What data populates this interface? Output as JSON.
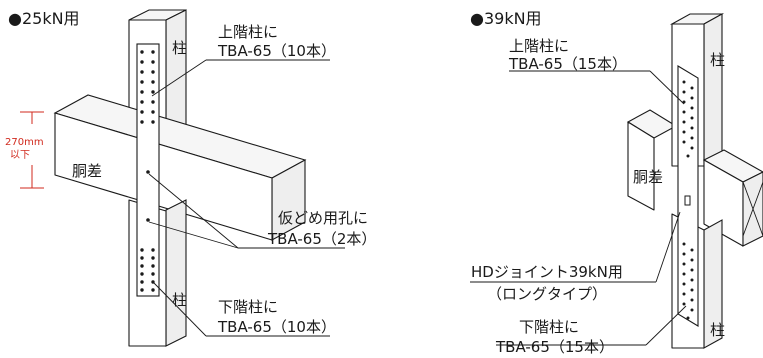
{
  "left": {
    "title": "●25kN用",
    "pillar_top": "柱",
    "pillar_bottom": "柱",
    "beam": "胴差",
    "upper_label_1": "上階柱に",
    "upper_label_2": "TBA-65（10本）",
    "temp_label_1": "仮どめ用孔に",
    "temp_label_2": "TBA-65（2本）",
    "lower_label_1": "下階柱に",
    "lower_label_2": "TBA-65（10本）",
    "dim_value": "270mm",
    "dim_note": "以下"
  },
  "right": {
    "title": "●39kN用",
    "pillar_top": "柱",
    "pillar_bottom": "柱",
    "beam": "胴差",
    "upper_label_1": "上階柱に",
    "upper_label_2": "TBA-65（15本）",
    "joint_label_1": "HDジョイント39kN用",
    "joint_label_2": "（ロングタイプ）",
    "lower_label_1": "下階柱に",
    "lower_label_2": "TBA-65（15本）"
  },
  "colors": {
    "line": "#1a1a1a",
    "dimension": "#d12a1e"
  }
}
